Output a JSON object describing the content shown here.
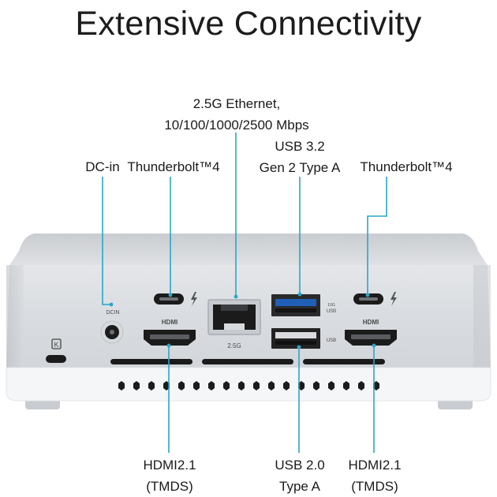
{
  "title": "Extensive Connectivity",
  "labels": {
    "ethernet": [
      "2.5G Ethernet,",
      "10/100/1000/2500 Mbps"
    ],
    "dc_in": [
      "DC-in"
    ],
    "thunderbolt_left": [
      "Thunderbolt™4"
    ],
    "usb32": [
      "USB 3.2",
      "Gen 2 Type A"
    ],
    "thunderbolt_right": [
      "Thunderbolt™4"
    ],
    "hdmi_left": [
      "HDMI2.1",
      "(TMDS)"
    ],
    "usb20": [
      "USB 2.0",
      "Type A"
    ],
    "hdmi_right": [
      "HDMI2.1",
      "(TMDS)"
    ]
  },
  "device_markings": {
    "dcin": "DCIN",
    "hdmi": "HDMI",
    "lan": "2.5G",
    "usb": "USB",
    "usb_speed": "10G",
    "kensington": "K"
  },
  "colors": {
    "callout_line": "#2aa6c8",
    "chassis_body": "#d7dade",
    "chassis_top": "#cfd2d6",
    "chassis_base": "#f4f5f6",
    "usb3_blue": "#1f5fb8",
    "port_black": "#1b1b1b"
  },
  "icons": [
    "thunderbolt-icon",
    "kensington-lock-icon",
    "ethernet-port-icon"
  ]
}
